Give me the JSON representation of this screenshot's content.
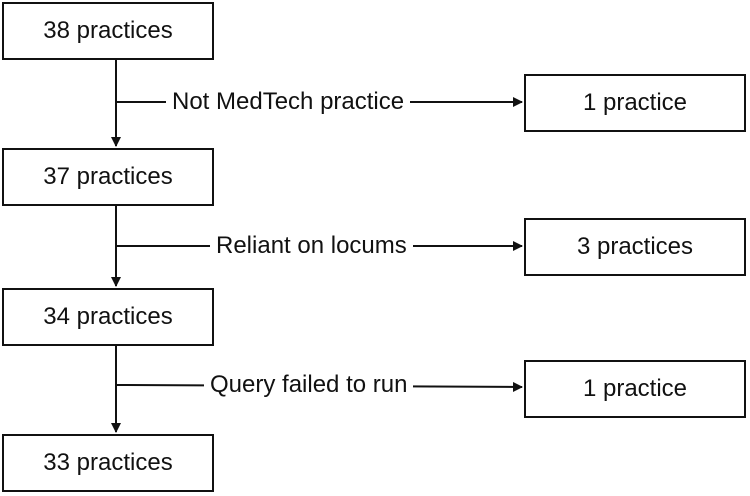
{
  "flow": {
    "main_steps": [
      {
        "label": "38 practices"
      },
      {
        "label": "37 practices"
      },
      {
        "label": "34 practices"
      },
      {
        "label": "33 practices"
      }
    ],
    "exclusions": [
      {
        "reason": "Not MedTech practice",
        "result": "1 practice"
      },
      {
        "reason": "Reliant on locums",
        "result": "3 practices"
      },
      {
        "reason": "Query failed to run",
        "result": "1 practice"
      }
    ]
  },
  "colors": {
    "line": "#111111",
    "box_fill": "#ffffff"
  }
}
